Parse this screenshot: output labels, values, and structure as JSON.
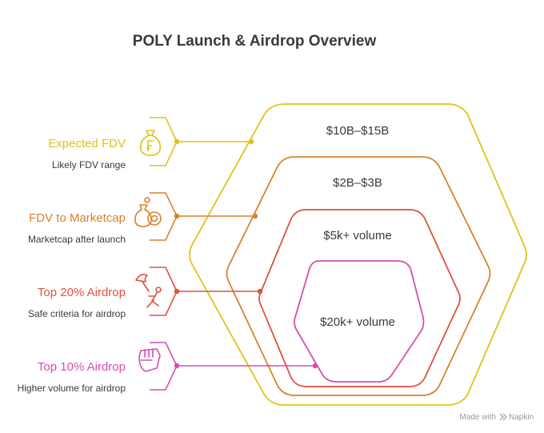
{
  "title": "POLY Launch & Airdrop Overview",
  "colors": {
    "yellow": "#E0C21A",
    "orange": "#D9822B",
    "red": "#E0513E",
    "pink": "#D44FB0",
    "text": "#3a3a3a"
  },
  "items": [
    {
      "label": "Expected FDV",
      "description": "Likely FDV range",
      "value": "$10B–$15B",
      "icon": "money-bag-icon",
      "color": "#E0C21A"
    },
    {
      "label": "FDV to Marketcap",
      "description": "Marketcap after launch",
      "value": "$2B–$3B",
      "icon": "coins-bag-icon",
      "color": "#D9822B"
    },
    {
      "label": "Top 20% Airdrop",
      "description": "Safe criteria for airdrop",
      "value": "$5k+ volume",
      "icon": "parachute-person-icon",
      "color": "#E0513E"
    },
    {
      "label": "Top 10% Airdrop",
      "description": "Higher volume for airdrop",
      "value": "$20k+ volume",
      "icon": "raised-fist-icon",
      "color": "#D44FB0"
    }
  ],
  "footer": {
    "made_with": "Made with",
    "brand": "Napkin"
  }
}
